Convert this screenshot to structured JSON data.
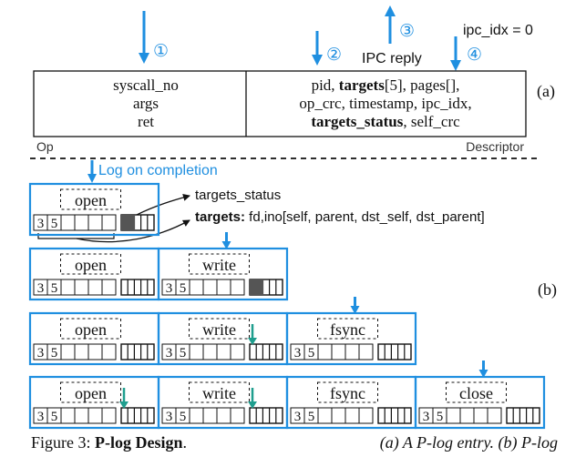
{
  "colors": {
    "accent": "#1f8fe0",
    "teal": "#1f9e8e",
    "ink": "#111111",
    "fill_dark": "#555555"
  },
  "part_a": {
    "markers": {
      "m1": "①",
      "m2": "②",
      "m3": "③",
      "m4": "④"
    },
    "ipc_reply": "IPC reply",
    "ipc_idx": "ipc_idx = 0",
    "op_fields": [
      "syscall_no",
      "args",
      "ret"
    ],
    "op_label": "Op",
    "desc_line1": {
      "a": "pid, ",
      "b": "targets",
      "c": "[5], pages[],"
    },
    "desc_line2": "op_crc, timestamp, ipc_idx,",
    "desc_line3": {
      "a": "targets_status",
      "b": ", self_crc"
    },
    "desc_label": "Descriptor",
    "tag": "(a)"
  },
  "part_b": {
    "log_label": "Log on completion",
    "ops": [
      "open",
      "write",
      "fsync",
      "close"
    ],
    "digits": [
      "3",
      "5"
    ],
    "targets_status_label": "targets_status",
    "targets_label": "targets:",
    "targets_desc": " fd,ino[self, parent, dst_self, dst_parent]",
    "tag": "(b)"
  },
  "caption": {
    "figure": "Figure 3: ",
    "title": "P-log Design",
    "dot": ".",
    "rest": "(a) A P-log entry. (b) P-log"
  }
}
